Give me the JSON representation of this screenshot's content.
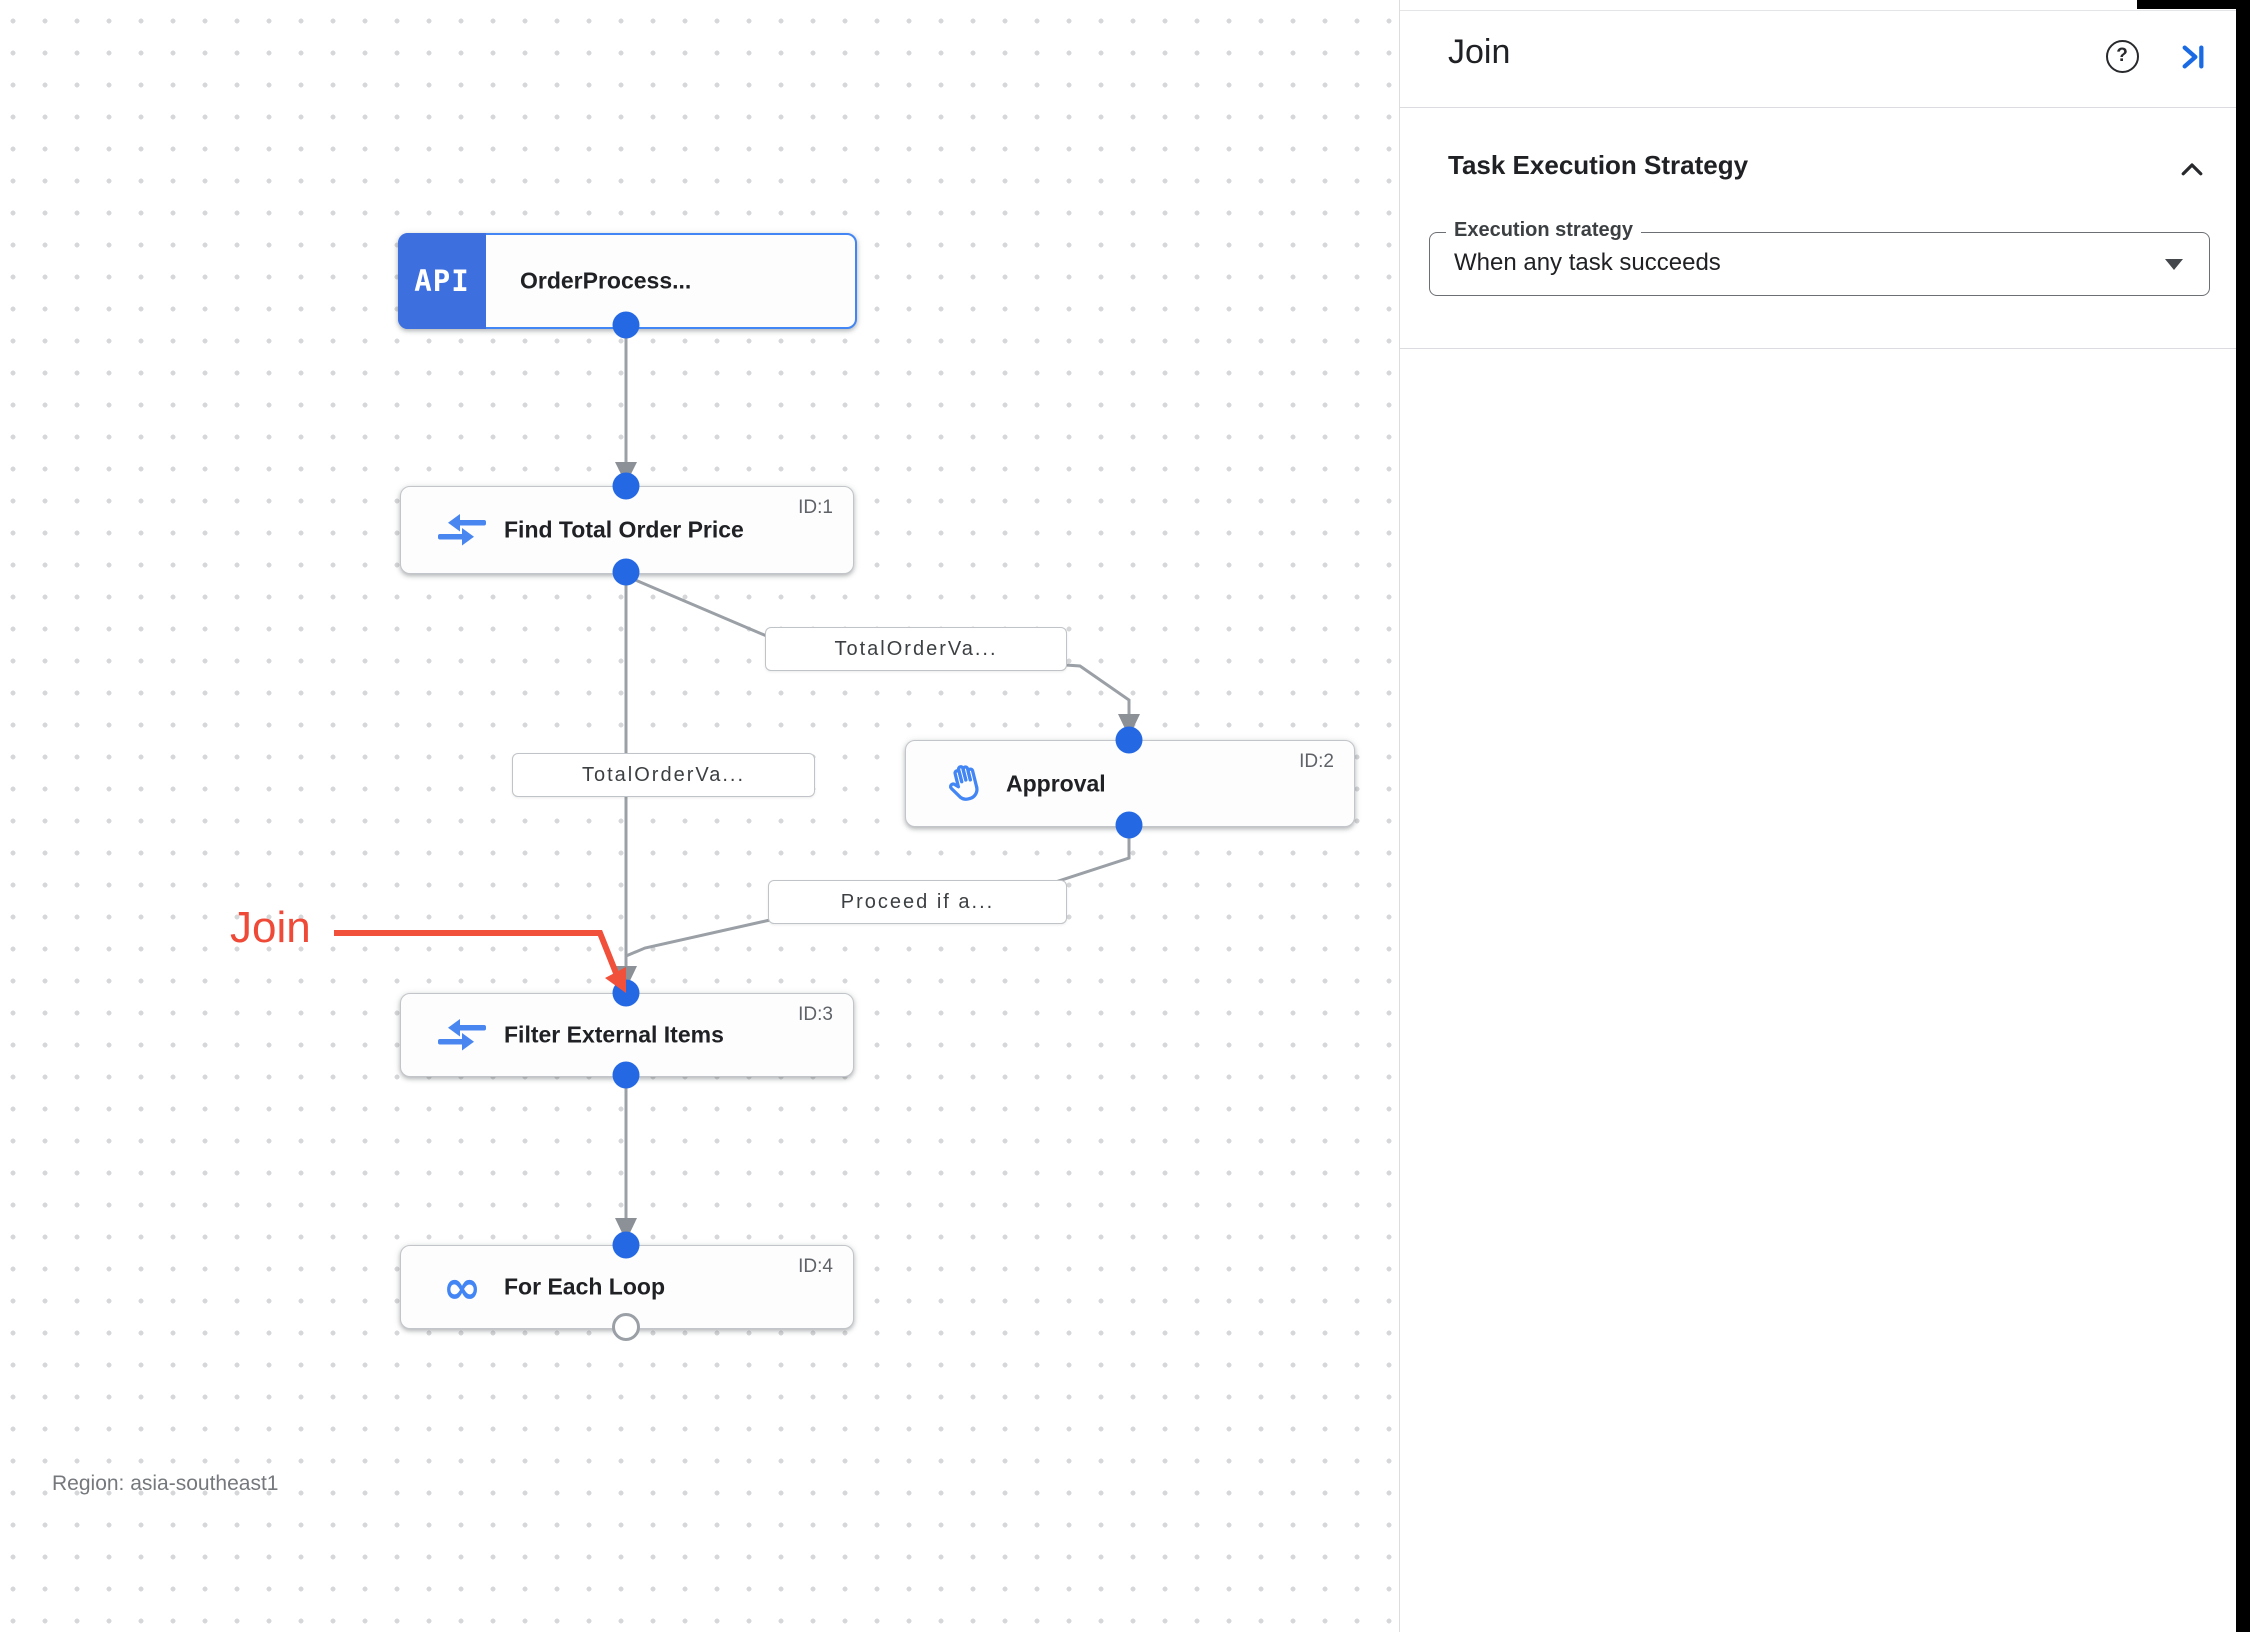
{
  "panel": {
    "title": "Join",
    "help_glyph": "?",
    "section_title": "Task Execution Strategy",
    "execution_strategy": {
      "label": "Execution strategy",
      "value": "When any task succeeds"
    }
  },
  "canvas": {
    "region_label": "Region: asia-southeast1",
    "annotation": "Join",
    "nodes": {
      "trigger": {
        "badge": "API",
        "label": "OrderProcess..."
      },
      "find_total": {
        "id": "ID:1",
        "label": "Find Total Order Price"
      },
      "approval": {
        "id": "ID:2",
        "label": "Approval"
      },
      "filter": {
        "id": "ID:3",
        "label": "Filter External Items"
      },
      "foreach": {
        "id": "ID:4",
        "label": "For Each Loop"
      }
    },
    "edge_labels": {
      "to_approval": "TotalOrderVa...",
      "to_filter": "TotalOrderVa...",
      "from_approval": "Proceed if a..."
    },
    "icons": {
      "infinity": "∞"
    }
  },
  "colors": {
    "accent_blue": "#4285f4",
    "dot_blue": "#2468e3",
    "edge_gray": "#9aa0a6",
    "annotation_red": "#ef4a38",
    "badge_blue": "#3d6fdf"
  }
}
